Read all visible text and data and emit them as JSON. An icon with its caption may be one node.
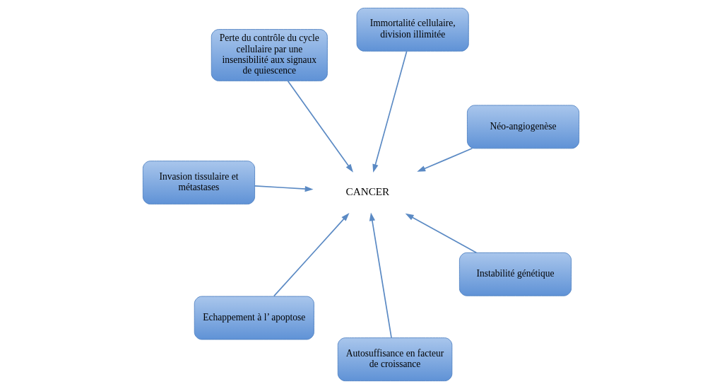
{
  "diagram": {
    "nodes": [
      {
        "text": [
          "Invasion tissulaire et métastases"
        ]
      },
      {
        "text": [
          "Néo-angiogenèse"
        ]
      },
      {
        "text": [
          "Autosuffisance en facteur de croissance"
        ]
      },
      {
        "text": [
          "Immortalité cellulaire, division illimitée"
        ]
      },
      {
        "text": [
          "CANCER"
        ]
      },
      {
        "text": [
          "Perte du contrôle du cycle cellulaire par une insensibilité aux signaux de quiescence"
        ]
      },
      {
        "text": [
          "Echappement à l’ apoptose"
        ]
      },
      {
        "text": [
          "Instabilité génétique"
        ]
      }
    ],
    "edges": [
      {
        "from": 0,
        "to": 4,
        "arrow": "to"
      },
      {
        "from": 1,
        "to": 4,
        "arrow": "to"
      },
      {
        "from": 2,
        "to": 4,
        "arrow": "to"
      },
      {
        "from": 3,
        "to": 4,
        "arrow": "to"
      },
      {
        "from": 5,
        "to": 4,
        "arrow": "to"
      },
      {
        "from": 6,
        "to": 4,
        "arrow": "to"
      },
      {
        "from": 7,
        "to": 4,
        "arrow": "to"
      }
    ]
  }
}
